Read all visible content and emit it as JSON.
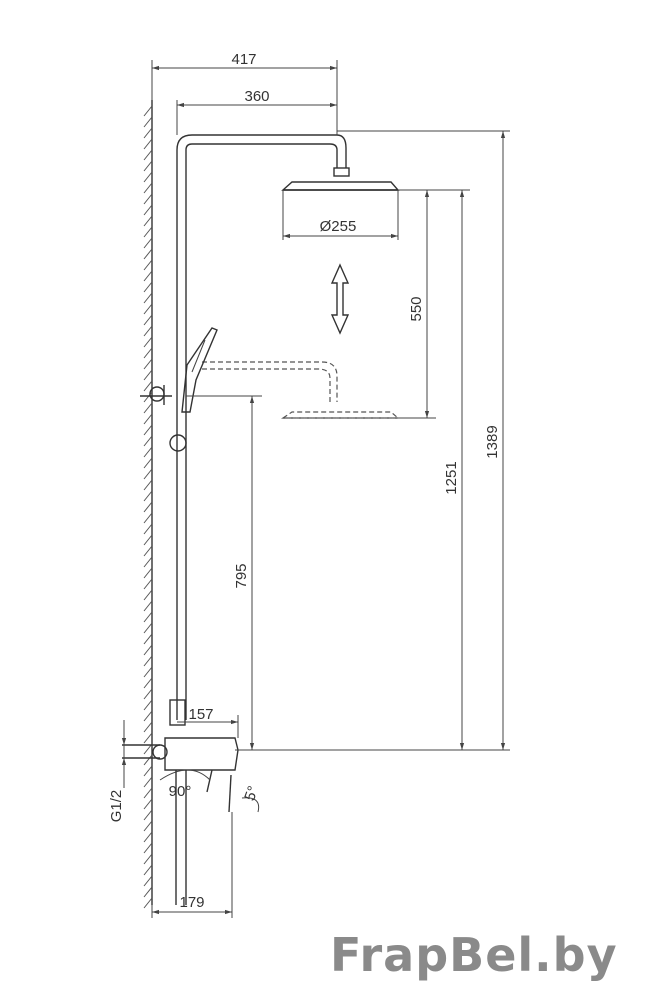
{
  "dimensions": {
    "top_width_total": "417",
    "top_width_arm": "360",
    "head_diameter": "Ø255",
    "height_adjust": "550",
    "mixer_to_head_low": "1251",
    "mixer_to_top": "1389",
    "holder_height": "795",
    "mixer_depth": "157",
    "base_width": "179",
    "thread": "G1/2",
    "handle_angle_1": "90°",
    "handle_angle_2": "5°"
  },
  "watermark": "FrapBel.by"
}
